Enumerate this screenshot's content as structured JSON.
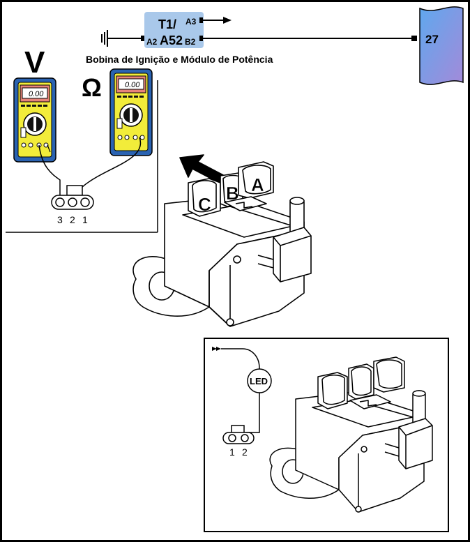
{
  "header": {
    "title": "Bobina de Ignição e Módulo de Potência",
    "component_line1": "T1/",
    "component_code": "A52",
    "pin_a3": "A3",
    "pin_a2": "A2",
    "pin_b2": "B2",
    "page_ref": "27"
  },
  "meters": {
    "voltage_label": "V",
    "ohm_label": "Ω",
    "display_value": "0.00"
  },
  "connector_3pin": {
    "pins": [
      "3",
      "2",
      "1"
    ]
  },
  "coil_terminals": [
    "A",
    "B",
    "C"
  ],
  "led_test": {
    "led_label": "LED",
    "pins": [
      "1",
      "2"
    ]
  },
  "colors": {
    "module_box": "#a9c8ea",
    "page_tab_top": "#6aa6e8",
    "page_tab_bottom": "#9a8ad8",
    "meter_body": "#2a63b2",
    "meter_face": "#f2ec3a",
    "meter_display": "#e8847a",
    "line": "#000000"
  },
  "icons": [
    "ground-icon",
    "arrow-right-icon",
    "arrow-up-left-icon",
    "led-icon"
  ]
}
